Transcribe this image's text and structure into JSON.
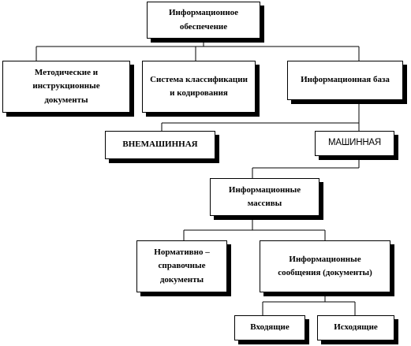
{
  "nodes": {
    "info_support": "Информационное\nобеспечение",
    "method_docs": "Методические и\nинструкционные\nдокументы",
    "classification": "Система классификации\nи кодирования",
    "info_base": "Информационная база",
    "external": "ВНЕМАШИННАЯ",
    "machine": "МАШИННАЯ",
    "info_arrays": "Информационные\nмассивы",
    "reference_docs": "Нормативно –\nсправочные\nдокументы",
    "info_messages": "Информационные\nсообщения (документы)",
    "incoming": "Входящие",
    "outgoing": "Исходящие"
  }
}
